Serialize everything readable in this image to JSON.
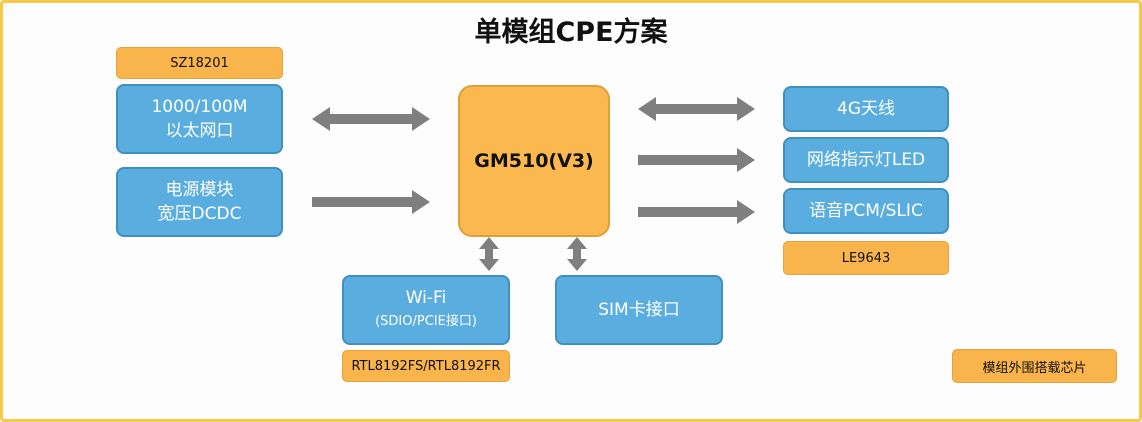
{
  "title": "单模组CPE方案",
  "core": "GM510(V3)",
  "left": {
    "tag": "SZ18201",
    "ethernet": [
      "1000/100M",
      "以太网口"
    ],
    "power": [
      "电源模块",
      "宽压DCDC"
    ]
  },
  "right": {
    "antenna": "4G天线",
    "led": "网络指示灯LED",
    "voice": "语音PCM/SLIC",
    "tag": "LE9643"
  },
  "bottom": {
    "wifi": [
      "Wi-Fi",
      "(SDIO/PCIE接口)"
    ],
    "wifi_tag": "RTL8192FS/RTL8192FR",
    "sim": "SIM卡接口"
  },
  "legend": "模组外围搭载芯片",
  "colors": {
    "blue": "#5aaedf",
    "orange": "#f9b54c",
    "arrow": "#7f7f7f",
    "border": "#f7c948"
  }
}
